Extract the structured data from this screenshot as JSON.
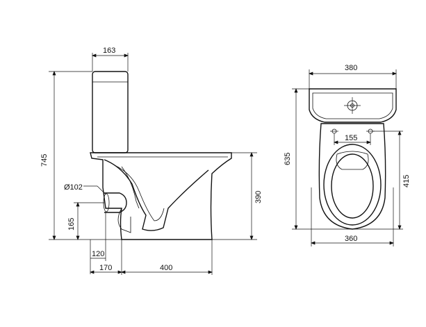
{
  "dimensions": {
    "tank_width": "163",
    "total_height": "745",
    "outlet_diameter": "Ø102",
    "seat_height": "390",
    "outlet_height": "165",
    "outlet_depth": "120",
    "outlet_offset": "170",
    "base_length": "400",
    "top_width": "380",
    "total_length": "635",
    "fixing_spacing": "155",
    "bowl_length": "415",
    "bowl_width": "360"
  }
}
